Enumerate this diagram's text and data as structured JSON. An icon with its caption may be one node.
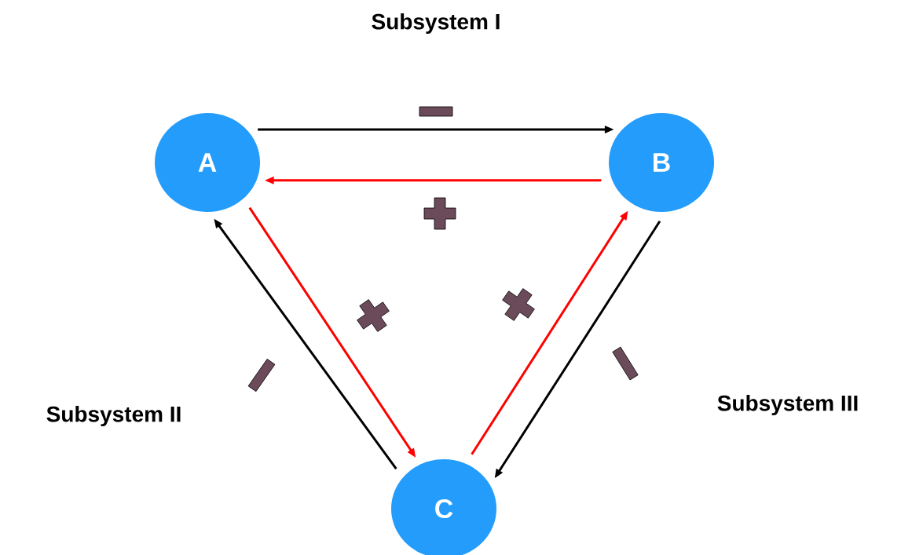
{
  "diagram": {
    "nodes": [
      {
        "text": [
          "A"
        ]
      },
      {
        "text": [
          "B"
        ]
      },
      {
        "text": [
          "C"
        ]
      }
    ],
    "edges": [
      {
        "from": 0,
        "to": 1,
        "arrow": "to"
      },
      {
        "from": 1,
        "to": 0,
        "arrow": "to",
        "color": "#ff0000"
      },
      {
        "from": 0,
        "to": 2,
        "arrow": "to",
        "color": "#ff0000"
      },
      {
        "from": 2,
        "to": 1,
        "arrow": "to",
        "color": "#ff0000"
      },
      {
        "from": 2,
        "to": 0,
        "arrow": "to"
      },
      {
        "from": 1,
        "to": 2,
        "arrow": "to"
      }
    ],
    "labels": [
      "Subsystem I",
      "Subsystem II",
      "Subsystem III"
    ]
  }
}
